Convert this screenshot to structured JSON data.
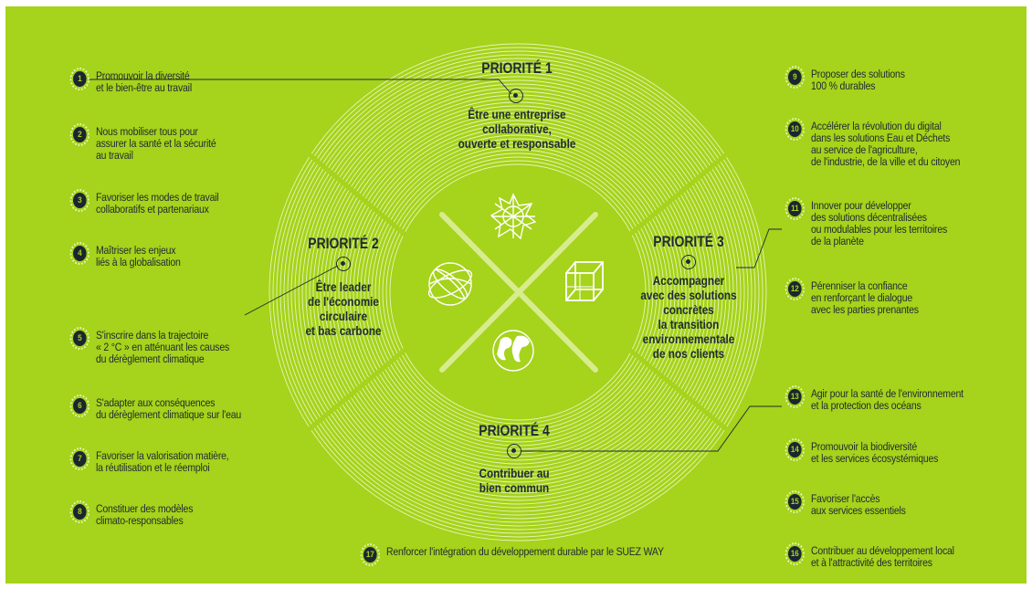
{
  "colors": {
    "background": "#a6d31b",
    "ink": "#1f2a33",
    "rings": "#e6f4b8"
  },
  "priorities": [
    {
      "title": "PRIORITÉ 1",
      "desc": "Être une entreprise\ncollaborative,\nouverte et responsable",
      "icon": "geodesic-star-icon"
    },
    {
      "title": "PRIORITÉ 2",
      "desc": "Être leader\nde l'économie\ncirculaire\net bas carbone",
      "icon": "orbit-sphere-icon"
    },
    {
      "title": "PRIORITÉ 3",
      "desc": "Accompagner\navec des solutions\nconcrètes\nla transition\nenvironnementale\nde nos clients",
      "icon": "wireframe-cube-icon"
    },
    {
      "title": "PRIORITÉ 4",
      "desc": "Contribuer au\nbien commun",
      "icon": "globe-icon"
    }
  ],
  "items": [
    {
      "n": "1",
      "text": "Promouvoir la diversité\net le bien-être au travail"
    },
    {
      "n": "2",
      "text": "Nous mobiliser tous pour\nassurer la santé et la sécurité\nau travail"
    },
    {
      "n": "3",
      "text": "Favoriser les modes de travail\ncollaboratifs et partenariaux"
    },
    {
      "n": "4",
      "text": "Maîtriser les enjeux\nliés à la globalisation"
    },
    {
      "n": "5",
      "text": "S'inscrire dans la trajectoire\n« 2 °C » en atténuant les causes\ndu dérèglement climatique"
    },
    {
      "n": "6",
      "text": "S'adapter aux conséquences\ndu dérèglement climatique sur l'eau"
    },
    {
      "n": "7",
      "text": "Favoriser la valorisation matière,\nla réutilisation et le réemploi"
    },
    {
      "n": "8",
      "text": "Constituer des modèles\nclimato-responsables"
    },
    {
      "n": "9",
      "text": "Proposer des solutions\n100 % durables"
    },
    {
      "n": "10",
      "text": "Accélérer la révolution du digital\ndans les solutions Eau et Déchets\nau service de l'agriculture,\nde l'industrie, de la ville et du citoyen"
    },
    {
      "n": "11",
      "text": "Innover pour développer\ndes solutions décentralisées\nou modulables pour les territoires\nde la planète"
    },
    {
      "n": "12",
      "text": "Pérenniser la confiance\nen renforçant le dialogue\navec les parties prenantes"
    },
    {
      "n": "13",
      "text": "Agir pour la santé de l'environnement\net la protection des océans"
    },
    {
      "n": "14",
      "text": "Promouvoir la biodiversité\net les services écosystémiques"
    },
    {
      "n": "15",
      "text": "Favoriser l'accès\naux services essentiels"
    },
    {
      "n": "16",
      "text": "Contribuer au développement local\net à l'attractivité des territoires"
    },
    {
      "n": "17",
      "text": "Renforcer l'intégration du développement durable par le SUEZ WAY"
    }
  ]
}
